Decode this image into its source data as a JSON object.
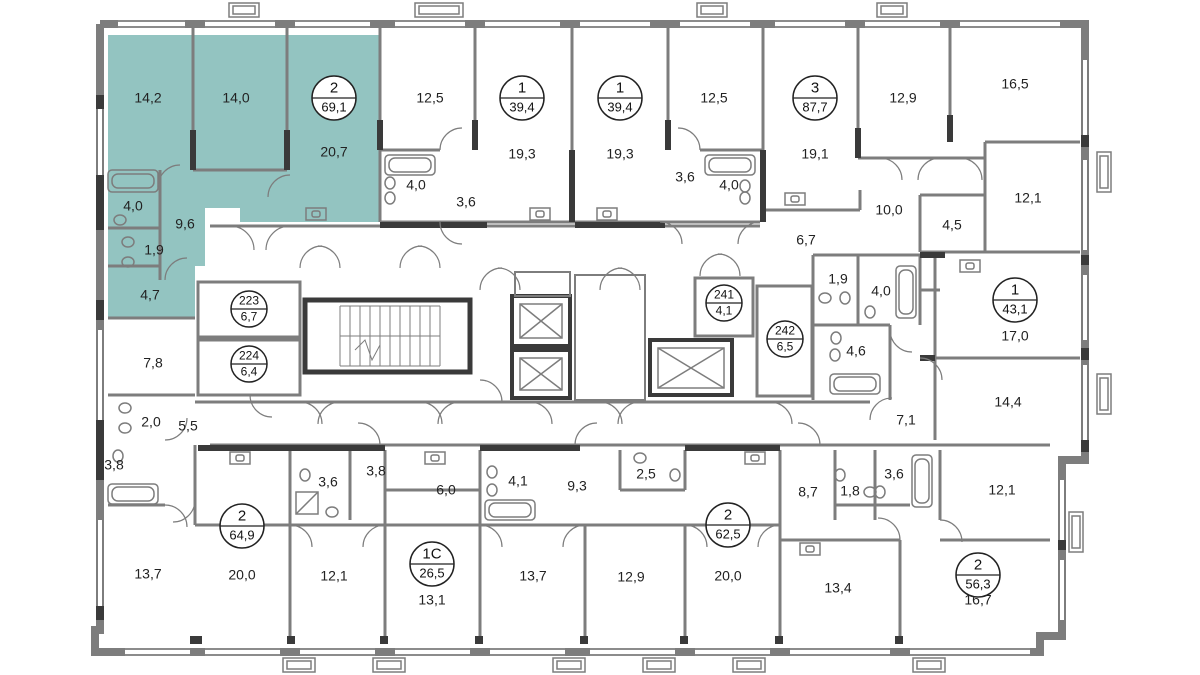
{
  "colors": {
    "highlight": "#93c4c1",
    "wall": "#7d7d7d",
    "wall_dark": "#3a3a3a",
    "thin_line": "#9a9a9a",
    "background": "#ffffff"
  },
  "highlighted_apartment": {
    "type": "2",
    "area": "69,1"
  },
  "apartment_badges": [
    {
      "id": "apt-a",
      "type": "2",
      "area": "69,1"
    },
    {
      "id": "apt-b",
      "type": "1",
      "area": "39,4"
    },
    {
      "id": "apt-c",
      "type": "1",
      "area": "39,4"
    },
    {
      "id": "apt-d",
      "type": "3",
      "area": "87,7"
    },
    {
      "id": "apt-e",
      "type": "1",
      "area": "43,1"
    },
    {
      "id": "apt-f",
      "type": "2",
      "area": "64,9"
    },
    {
      "id": "apt-g",
      "type": "1С",
      "area": "26,5"
    },
    {
      "id": "apt-h",
      "type": "2",
      "area": "62,5"
    },
    {
      "id": "apt-i",
      "type": "2",
      "area": "56,3"
    }
  ],
  "storage_badges": [
    {
      "id": "st-223",
      "number": "223",
      "area": "6,7"
    },
    {
      "id": "st-224",
      "number": "224",
      "area": "6,4"
    },
    {
      "id": "st-241",
      "number": "241",
      "area": "4,1"
    },
    {
      "id": "st-242",
      "number": "242",
      "area": "6,5"
    }
  ],
  "room_areas": [
    "14,2",
    "14,0",
    "20,7",
    "4,0",
    "9,6",
    "1,9",
    "4,7",
    "12,5",
    "4,0",
    "3,6",
    "19,3",
    "19,3",
    "3,6",
    "12,5",
    "4,0",
    "19,1",
    "12,9",
    "16,5",
    "10,0",
    "12,1",
    "4,5",
    "6,7",
    "1,9",
    "4,0",
    "17,0",
    "4,6",
    "14,4",
    "7,1",
    "7,8",
    "2,0",
    "5,5",
    "3,8",
    "3,6",
    "3,8",
    "6,0",
    "4,1",
    "9,3",
    "2,5",
    "8,7",
    "1,8",
    "3,6",
    "12,1",
    "13,7",
    "20,0",
    "12,1",
    "13,1",
    "13,7",
    "12,9",
    "20,0",
    "13,4",
    "16,7"
  ]
}
